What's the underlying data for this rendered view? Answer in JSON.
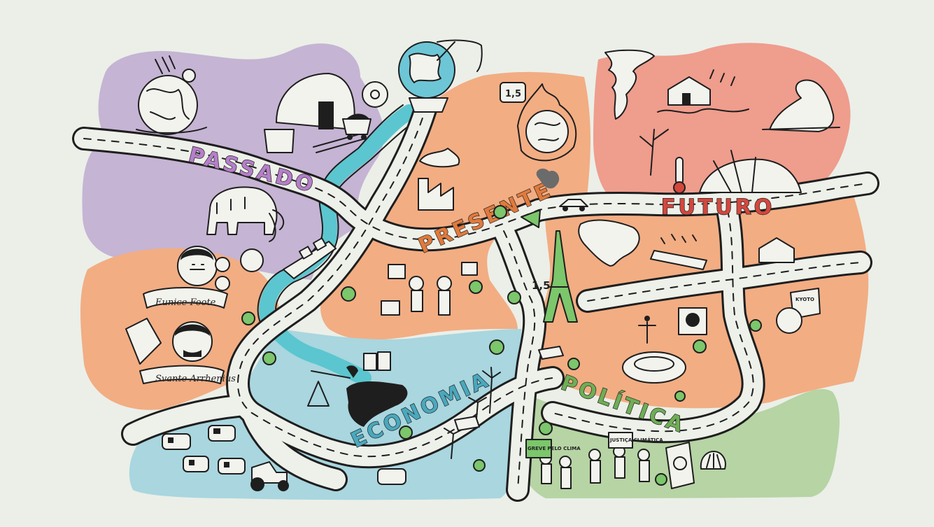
{
  "regions": {
    "passado": {
      "label": "PASSADO",
      "color": "#c5b4d3",
      "label_color": "#b57fc9"
    },
    "presente": {
      "label": "PRESENTE",
      "color": "#f2ad83",
      "label_color": "#e07a3c"
    },
    "futuro": {
      "label": "FUTURO",
      "color": "#ef9d8d",
      "label_color": "#d4473d"
    },
    "economia": {
      "label": "ECONOMIA",
      "color": "#a9d6df",
      "label_color": "#4aa8bd"
    },
    "politica": {
      "label": "POLÍTICA",
      "color": "#b6d4a4",
      "label_color": "#6fae55"
    }
  },
  "colors": {
    "background": "#ebefe8",
    "road": "#eef0ea",
    "river": "#5bc6cf",
    "ink": "#1e1e1e",
    "tree": "#7cc66b"
  },
  "portraits": [
    {
      "name": "Eunice Foote"
    },
    {
      "name": "Svante Arrhenius"
    }
  ],
  "badges": {
    "limit_sign": "1,5",
    "tower_sign": "1,5",
    "kyoto": "KYOTO"
  },
  "protest_signs": {
    "left": "GREVE PELO CLIMA",
    "right": "JUSTIÇA CLIMÁTICA"
  },
  "icons": [
    "globe-in-hand-icon",
    "mammoth-icon",
    "burning-earth-icon",
    "tornado-icon",
    "flooded-house-icon",
    "polar-bear-icon",
    "thermometer-icon",
    "eiffel-tower-icon",
    "oil-pump-icon",
    "wind-turbine-icon",
    "tractor-icon",
    "cow-icon",
    "stadium-icon",
    "christ-statue-icon",
    "ship-icon",
    "coal-cart-icon",
    "factory-icon",
    "car-icon",
    "shell-icon"
  ]
}
